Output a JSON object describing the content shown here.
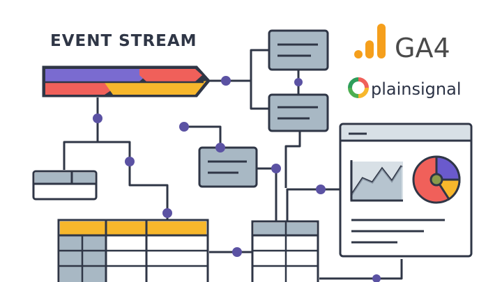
{
  "title": "EVENT STREAM",
  "brands": {
    "ga4": {
      "label": "GA4",
      "icon": "bar-chart-icon",
      "color": "#f59f1c",
      "text_color": "#4a4a4a"
    },
    "plainsignal": {
      "label": "plainsignal",
      "icon": "ring-logo-icon",
      "text_color": "#2b3245"
    }
  },
  "colors": {
    "outline": "#2f3646",
    "box_fill": "#a8b8c4",
    "node": "#5b52a3",
    "stream_purple": "#7a6bd0",
    "stream_red": "#f0605a",
    "stream_yellow": "#f7b72c",
    "table_header": "#f7b72c",
    "chart_purple": "#6a5acd",
    "chart_red": "#f0605a",
    "chart_yellow": "#f7b72c",
    "chart_green": "#8a9a4a"
  }
}
